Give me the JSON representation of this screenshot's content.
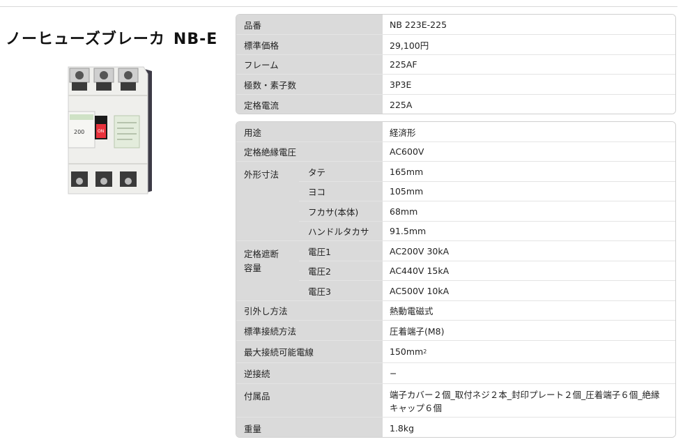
{
  "product": {
    "title": "ノーヒューズブレーカ",
    "model": "NB-E"
  },
  "table1": [
    {
      "label": "品番",
      "value": "NB 223E-225"
    },
    {
      "label": "標準価格",
      "value": "29,100円"
    },
    {
      "label": "フレーム",
      "value": "225AF"
    },
    {
      "label": "極数・素子数",
      "value": "3P3E"
    },
    {
      "label": "定格電流",
      "value": "225A"
    }
  ],
  "table2": {
    "use": {
      "label": "用途",
      "value": "経済形"
    },
    "insulation": {
      "label": "定格絶縁電圧",
      "value": "AC600V"
    },
    "dims": {
      "label": "外形寸法",
      "rows": [
        {
          "label": "タテ",
          "value": "165mm"
        },
        {
          "label": "ヨコ",
          "value": "105mm"
        },
        {
          "label": "フカサ(本体)",
          "value": "68mm"
        },
        {
          "label": "ハンドルタカサ",
          "value": "91.5mm"
        }
      ]
    },
    "breaking": {
      "label_line1": "定格遮断",
      "label_line2": "容量",
      "rows": [
        {
          "label": "電圧1",
          "value": "AC200V 30kA"
        },
        {
          "label": "電圧2",
          "value": "AC440V 15kA"
        },
        {
          "label": "電圧3",
          "value": "AC500V 10kA"
        }
      ]
    },
    "trip": {
      "label": "引外し方法",
      "value": "熱動電磁式"
    },
    "connection": {
      "label": "標準接続方法",
      "value": "圧着端子(M8)"
    },
    "max_wire": {
      "label": "最大接続可能電線",
      "value": "150mm",
      "sup": "2"
    },
    "reverse": {
      "label": "逆接続",
      "value": "−"
    },
    "accessories": {
      "label": "付属品",
      "value": "端子カバー２個_取付ネジ２本_封印プレート２個_圧着端子６個_絶縁キャップ６個"
    },
    "weight": {
      "label": "重量",
      "value": "1.8kg"
    }
  },
  "image": {
    "rating_text": "200",
    "on_text": "ON",
    "colors": {
      "body": "#efefec",
      "handle": "#e8323c",
      "side": "#3d3b46",
      "label_green": "#cfe2c6"
    }
  }
}
